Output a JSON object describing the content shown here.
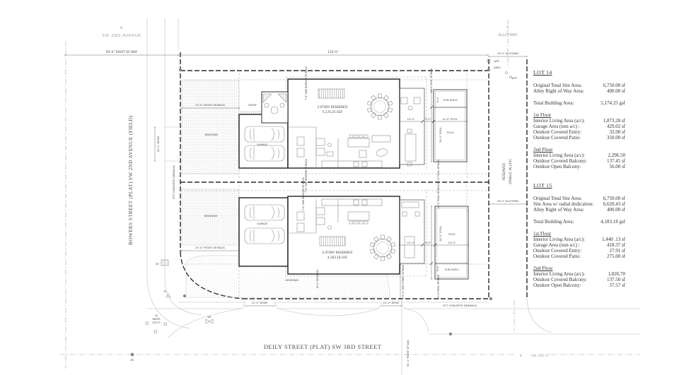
{
  "streets": {
    "sw_2nd_avenue": "SW 2ND AVENUE",
    "bowers": "BOWERS STREET (PLAT) SW 2ND AVENUE (FIELD)",
    "deily": "DEILY STREET (PLAT) SW 3RD STREET",
    "sw_3rd_cl": "SW 3RD ST",
    "alleyway": "ALLEYWAY",
    "reserved_1": "RESERVED",
    "reserved_2": "(PUBLIC ALLEY)",
    "centerline_symbol": "℄"
  },
  "dims": {
    "right_of_way_50": "50'-0\" RIGHT OF WAY",
    "site_width": "135'-0\"",
    "alleyway_16": "16'-0\" ALLEYWAY",
    "front_setback_25": "25'-0\" FRONT SETBACK",
    "side_interior_setback": "7'-6\" SIDE INTERIOR SETBACK",
    "pool_setback_10": "10'-0\" POOL SETBACK",
    "side_street_setback_15": "15'-0\" SIDE STREET SETBACK",
    "drive_16": "16'-0\" DRIVE",
    "drive_12": "12'-0\" DRIVE",
    "drive_10": "10'-0\" DRIVE",
    "driveway_10": "10'-0\" DRIVEWAY",
    "sidewalk": "5'FT CONCRETE SIDEWALK",
    "pool_14": "14'-0\" POOL",
    "pool_34": "34'-0\" POOL",
    "pool_24": "24'-0\" POOL",
    "pool_14_short": "14'-0\"",
    "d10": "10'-0\"",
    "d5": "5'-0\"",
    "d8": "8'-0\""
  },
  "plan": {
    "residence": "2-STORY RESIDENCE",
    "gsf_14": "5,174.25 GSF",
    "gsf_15": "4,183.18 GSF",
    "driveway": "DRIVEWAY",
    "garage": "GARAGE",
    "entry": "ENTRY",
    "pool": "POOL",
    "sun_shelf": "SUN SHELF"
  },
  "symbols": {
    "wpp": "WPP",
    "cable": "CABLE",
    "cb": "CB",
    "fh": "FH",
    "wv": "WV",
    "mh": "MH",
    "water_1": "(3)",
    "water_2": "WATER",
    "water_3": "UTILITY"
  },
  "tables": {
    "lot14": {
      "title": "LOT 14",
      "site_rows": [
        {
          "label": "Original Total Site Area:",
          "value": "6,750.00 sf"
        },
        {
          "label": "Alley Right of Way Area:",
          "value": "400.00 sf"
        }
      ],
      "total": {
        "label": "Total Building Area:",
        "value": "5,174.25 gsf"
      },
      "floor1_title": "1st Floor",
      "floor1_rows": [
        {
          "label": "Interior Living Area (a/c):",
          "value": "1,873.28 sf"
        },
        {
          "label": "Garage Area (non a/c) :",
          "value": "429.02 sf"
        },
        {
          "label": "Outdoor Covered Entry:",
          "value": "32.00 sf"
        },
        {
          "label": "Outdoor Covered Patio:",
          "value": "350.00 sf"
        }
      ],
      "floor2_title": "2nd Floor",
      "floor2_rows": [
        {
          "label": "Interior Living Area (a/c):",
          "value": "2,296.50"
        },
        {
          "label": "Outdoor Covered Balcony:",
          "value": "137.45 sf"
        },
        {
          "label": "Outdoor Open Balcony:",
          "value": "56.00 sf"
        }
      ]
    },
    "lot15": {
      "title": "LOT 15",
      "site_rows": [
        {
          "label": "Original Total Site Area:",
          "value": "6,750.00 sf"
        },
        {
          "label": "Site Area w/ radial dedication:",
          "value": "6,620.43 sf"
        },
        {
          "label": "Alley Right of Way Area:",
          "value": "400.00 sf"
        }
      ],
      "total": {
        "label": "Total Building Area:",
        "value": "4,183.18 gsf"
      },
      "floor1_title": "1st Floor",
      "floor1_rows": [
        {
          "label": "Interior Living Area (a/c):",
          "value": "1,440 .13 sf"
        },
        {
          "label": "Garage Area (non a/c) :",
          "value": "418.37 sf"
        },
        {
          "label": "Outdoor Covered Entry:",
          "value": "27.91 sf"
        },
        {
          "label": "Outdoor Covered Patio:",
          "value": "275.00 sf"
        }
      ],
      "floor2_title": "2nd Floor",
      "floor2_rows": [
        {
          "label": "Interior Living Area (a/c):",
          "value": "1,826.70"
        },
        {
          "label": "Outdoor Covered Balcony:",
          "value": "137.50 sf"
        },
        {
          "label": "Outdoor Open Balcony:",
          "value": "57.57 sf"
        }
      ]
    }
  },
  "colors": {
    "boundary": "#2b2b2b",
    "line_light": "#b9b9b9",
    "text_plan": "#474747",
    "text_panel": "#37322d"
  }
}
